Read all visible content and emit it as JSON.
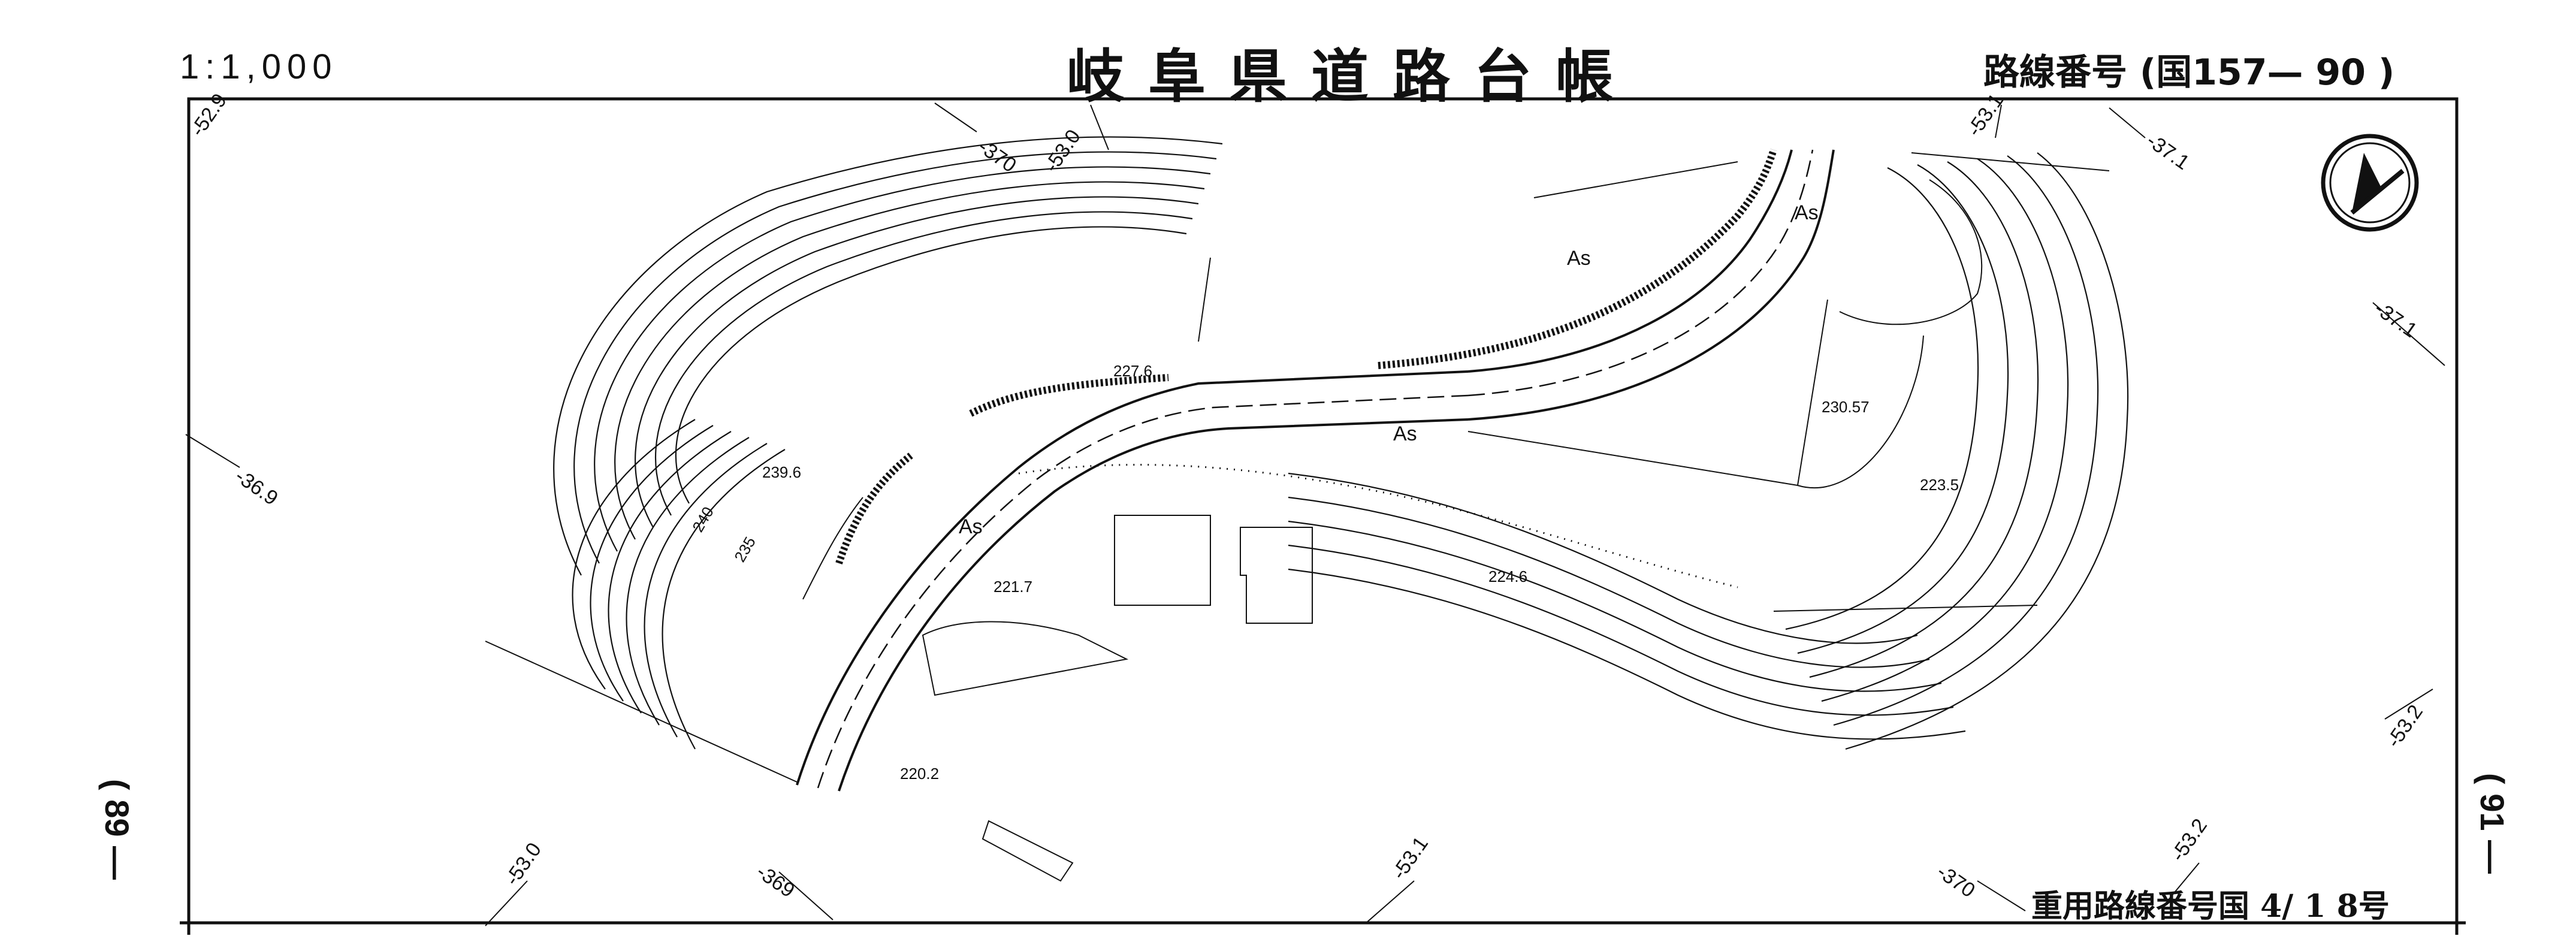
{
  "header": {
    "scale": "1:1,000",
    "title": "岐阜県道路台帳",
    "route_number": "路線番号 (国157— 90 )"
  },
  "sheet": {
    "left_number": "( 89 —",
    "right_number": "( 91 —"
  },
  "footer": {
    "heavy_route": "重用路線番号国 4/ 1 8号"
  },
  "grid_labels": {
    "top_left": "-52.9",
    "top_370": "-370",
    "top_530": "-53.0",
    "top_531": "-53.1",
    "top_371": "-37.1",
    "right_371": "-37.1",
    "left_369": "-36.9",
    "right_532": "-53.2",
    "bottom_530": "-53.0",
    "bottom_369": "-369",
    "bottom_531": "-53.1",
    "bottom_370": "-370",
    "bottom_532": "-53.2"
  },
  "map_labels": {
    "elev_2396": "239.6",
    "elev_2276": "227.6",
    "elev_2217": "221.7",
    "elev_2202": "220.2",
    "elev_2246": "224.6",
    "elev_23057": "230.57",
    "elev_2235": "223.5",
    "contour_240": "240",
    "contour_235": "235",
    "as_1": "As",
    "as_2": "As",
    "as_3": "As",
    "as_4": "As"
  },
  "icons": {
    "north_arrow": "north-arrow-icon"
  }
}
